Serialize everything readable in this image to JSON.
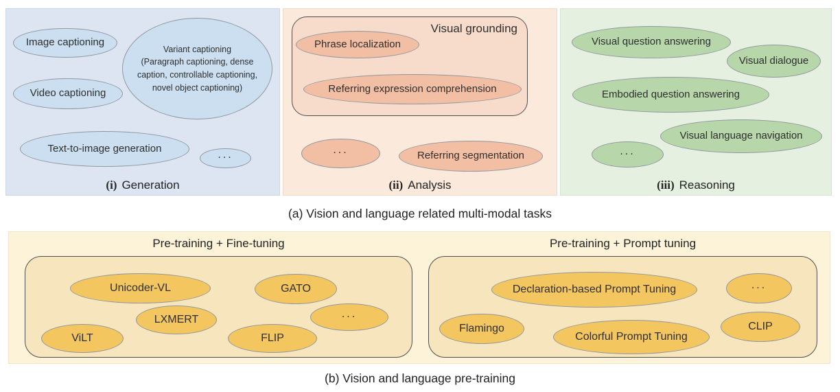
{
  "colors": {
    "blue-panel": "#dce5f1",
    "blue-edge": "#ccd8e8",
    "blue-ellipse": "#cbdff0",
    "peach-panel": "#fbe9dc",
    "peach-edge": "#f0dbcc",
    "vg-box": "#f8dccb",
    "salmon-ellipse": "#f2bfa4",
    "green-panel": "#e5f0e1",
    "green-edge": "#d5e5d0",
    "green-ellipse": "#b7d7ab",
    "cream-panel": "#fcf3d9",
    "cream-edge": "#f0e5c5",
    "tan-box": "#f7e5bd",
    "orange-ellipse": "#f3c660",
    "ellipse-border": "#8f979f",
    "box-border": "#4d4d4d"
  },
  "figure": {
    "caption_a": "(a) Vision and language related multi-modal tasks",
    "caption_b": "(b) Vision and language pre-training"
  },
  "panels": {
    "generation": {
      "caption_numeral": "(i)",
      "caption_label": "Generation",
      "items": {
        "image_captioning": "Image captioning",
        "variant_title": "Variant captioning",
        "variant_detail": "(Paragraph captioning, dense caption, controllable captioning, novel object captioning)",
        "video_captioning": "Video captioning",
        "text_to_image": "Text-to-image generation",
        "more": "..."
      }
    },
    "analysis": {
      "caption_numeral": "(ii)",
      "caption_label": "Analysis",
      "group_label": "Visual grounding",
      "items": {
        "phrase_localization": "Phrase localization",
        "referring_expression": "Referring expression comprehension",
        "more": "...",
        "referring_segmentation": "Referring segmentation"
      }
    },
    "reasoning": {
      "caption_numeral": "(iii)",
      "caption_label": "Reasoning",
      "items": {
        "vqa": "Visual question answering",
        "visual_dialogue": "Visual dialogue",
        "embodied_qa": "Embodied question answering",
        "vln": "Visual language navigation",
        "more": "..."
      }
    }
  },
  "pretraining": {
    "finetuning": {
      "title": "Pre-training + Fine-tuning",
      "items": {
        "unicoder": "Unicoder-VL",
        "gato": "GATO",
        "lxmert": "LXMERT",
        "more": "...",
        "vilt": "ViLT",
        "flip": "FLIP"
      }
    },
    "prompt": {
      "title": "Pre-training + Prompt tuning",
      "items": {
        "dbpt": "Declaration-based Prompt Tuning",
        "more": "...",
        "flamingo": "Flamingo",
        "cpt": "Colorful Prompt Tuning",
        "clip": "CLIP"
      }
    }
  }
}
